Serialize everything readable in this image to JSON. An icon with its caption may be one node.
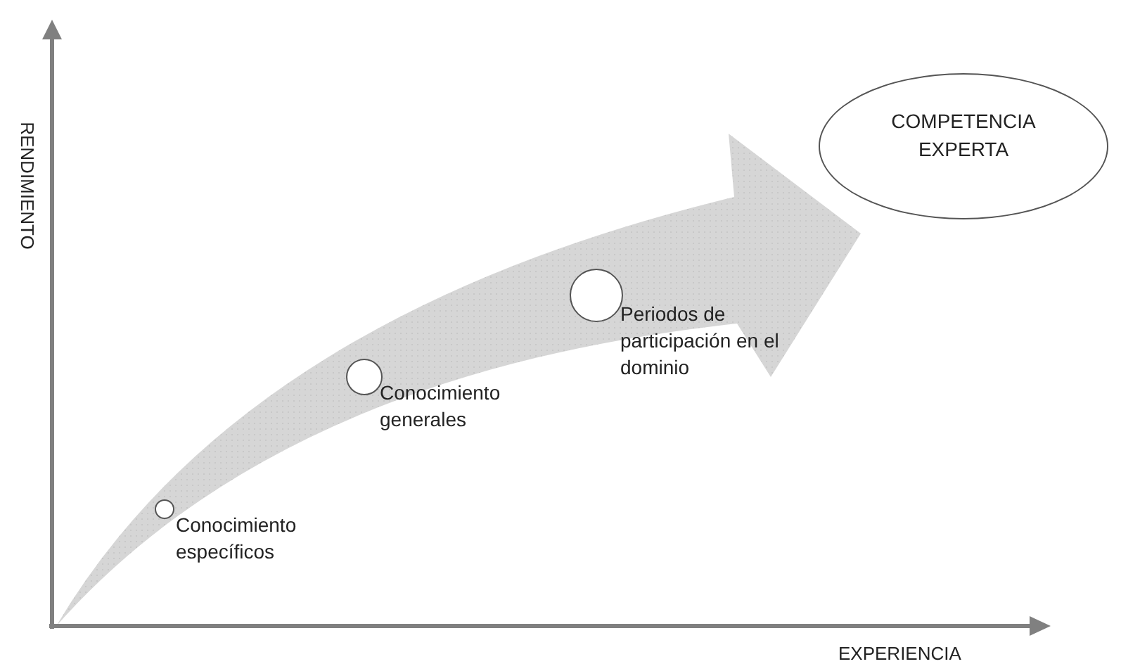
{
  "diagram": {
    "nodes": [
      {
        "text": [
          "COMPETENCIA EXPERTA"
        ]
      },
      {
        "text": [],
        "shape": "circle",
        "beside": [
          "Conocimiento específicos"
        ]
      },
      {
        "text": [],
        "shape": "circle",
        "beside": [
          "Conocimiento generales"
        ]
      },
      {
        "text": [],
        "shape": "circle",
        "beside": [
          "Periodos de participación en el dominio"
        ]
      }
    ],
    "labels": [
      "RENDIMIENTO",
      "EXPERIENCIA"
    ]
  }
}
